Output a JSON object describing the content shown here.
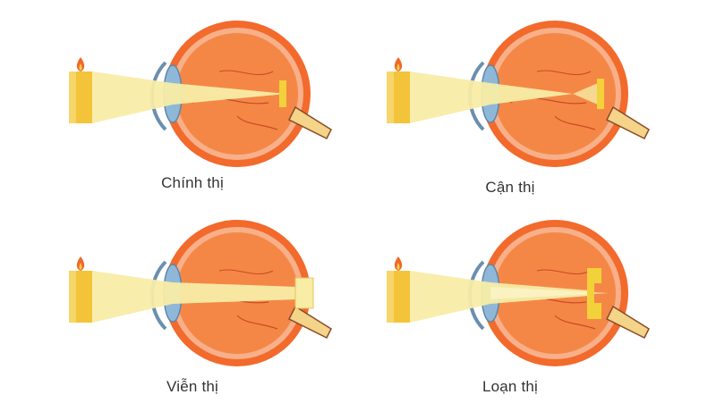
{
  "panels": [
    {
      "caption": "Chính thị",
      "condition": "normal-vision"
    },
    {
      "caption": "Cận thị",
      "condition": "myopia"
    },
    {
      "caption": "Viễn thị",
      "condition": "hyperopia"
    },
    {
      "caption": "Loạn thị",
      "condition": "astigmatism"
    }
  ],
  "colors": {
    "sclera_outer": "#f26a2c",
    "sclera_inner": "#f7b089",
    "vitreous": "#f58746",
    "lens": "#8fb8d8",
    "light_beam": "#f8eca6",
    "candle_body": "#f3c43a",
    "flame": "#f0682a",
    "vein": "#c94a26",
    "optic_nerve": "#f4d488"
  }
}
